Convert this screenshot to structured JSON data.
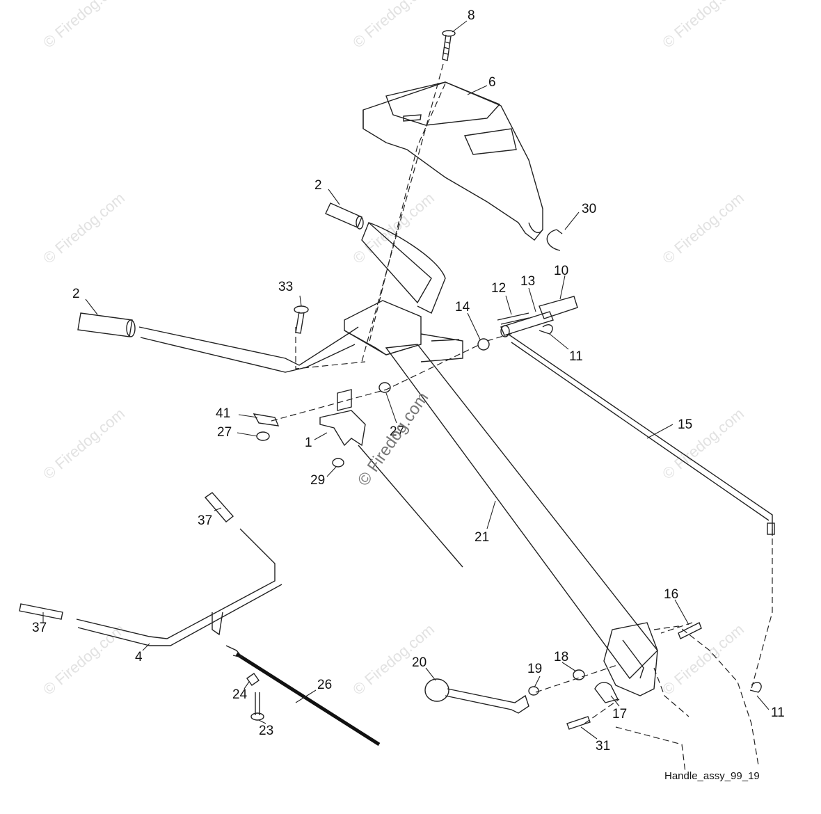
{
  "diagram": {
    "caption": "Handle_assy_99_19",
    "watermark": {
      "text": "© Firedog.com",
      "prominent": "© Firedog.com"
    },
    "callouts": [
      {
        "id": "c8",
        "label": "8"
      },
      {
        "id": "c6",
        "label": "6"
      },
      {
        "id": "c2a",
        "label": "2"
      },
      {
        "id": "c30",
        "label": "30"
      },
      {
        "id": "c2b",
        "label": "2"
      },
      {
        "id": "c33",
        "label": "33"
      },
      {
        "id": "c12",
        "label": "12"
      },
      {
        "id": "c13",
        "label": "13"
      },
      {
        "id": "c10",
        "label": "10"
      },
      {
        "id": "c14",
        "label": "14"
      },
      {
        "id": "c11a",
        "label": "11"
      },
      {
        "id": "c15",
        "label": "15"
      },
      {
        "id": "c41",
        "label": "41"
      },
      {
        "id": "c27a",
        "label": "27"
      },
      {
        "id": "c27b",
        "label": "27"
      },
      {
        "id": "c1",
        "label": "1"
      },
      {
        "id": "c29",
        "label": "29"
      },
      {
        "id": "c37a",
        "label": "37"
      },
      {
        "id": "c21",
        "label": "21"
      },
      {
        "id": "c37b",
        "label": "37"
      },
      {
        "id": "c4",
        "label": "4"
      },
      {
        "id": "c16",
        "label": "16"
      },
      {
        "id": "c20",
        "label": "20"
      },
      {
        "id": "c18",
        "label": "18"
      },
      {
        "id": "c19",
        "label": "19"
      },
      {
        "id": "c26",
        "label": "26"
      },
      {
        "id": "c24",
        "label": "24"
      },
      {
        "id": "c17",
        "label": "17"
      },
      {
        "id": "c11b",
        "label": "11"
      },
      {
        "id": "c23",
        "label": "23"
      },
      {
        "id": "c31",
        "label": "31"
      }
    ]
  }
}
